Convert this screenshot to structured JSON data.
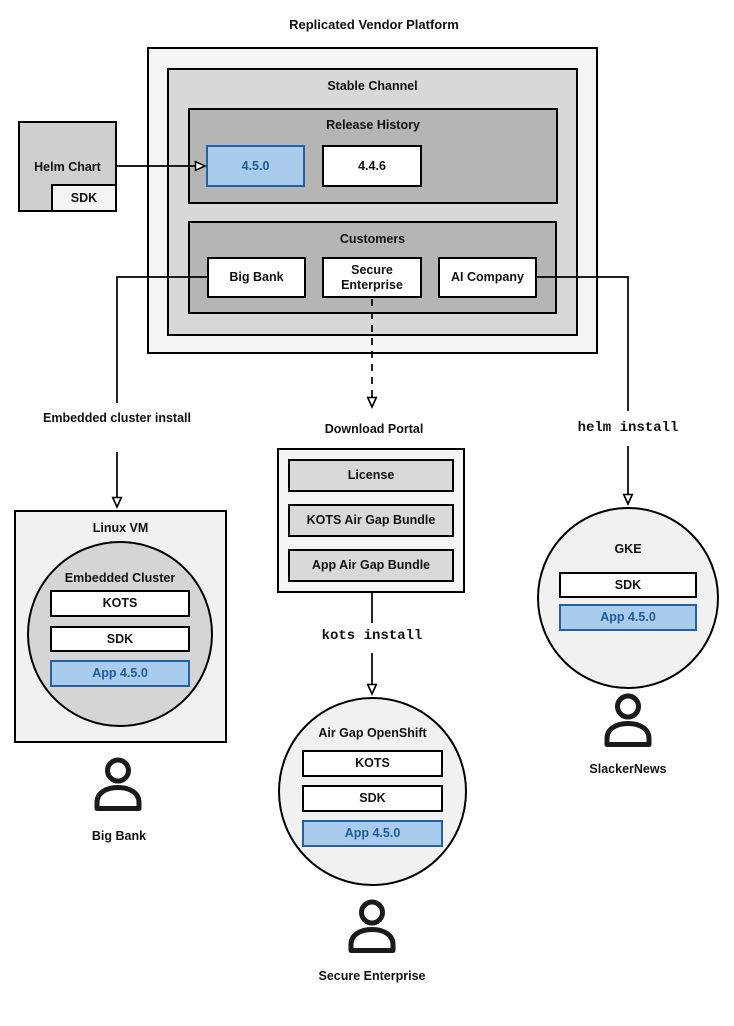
{
  "title": "Replicated Vendor Platform",
  "colors": {
    "highlight_fill": "#a9cbec",
    "highlight_border": "#1f62a8",
    "highlight_text": "#1c5c9c"
  },
  "platform": {
    "stable_channel_label": "Stable Channel",
    "release_history_label": "Release History",
    "releases": [
      "4.5.0",
      "4.4.6"
    ],
    "customers_label": "Customers",
    "customers": [
      "Big Bank",
      "Secure Enterprise",
      "AI Company"
    ]
  },
  "helm_chart": {
    "label": "Helm Chart",
    "sdk_label": "SDK"
  },
  "left_flow": {
    "install_label": "Embedded cluster install",
    "vm_label": "Linux VM",
    "cluster_label": "Embedded Cluster",
    "components": [
      "KOTS",
      "SDK",
      "App 4.5.0"
    ],
    "user_label": "Big Bank"
  },
  "middle_flow": {
    "portal_label": "Download Portal",
    "portal_items": [
      "License",
      "KOTS Air Gap Bundle",
      "App Air Gap Bundle"
    ],
    "command_label": "kots install",
    "cluster_label": "Air Gap OpenShift",
    "components": [
      "KOTS",
      "SDK",
      "App 4.5.0"
    ],
    "user_label": "Secure Enterprise"
  },
  "right_flow": {
    "command_label": "helm install",
    "cluster_label": "GKE",
    "components": [
      "SDK",
      "App 4.5.0"
    ],
    "user_label": "SlackerNews"
  }
}
